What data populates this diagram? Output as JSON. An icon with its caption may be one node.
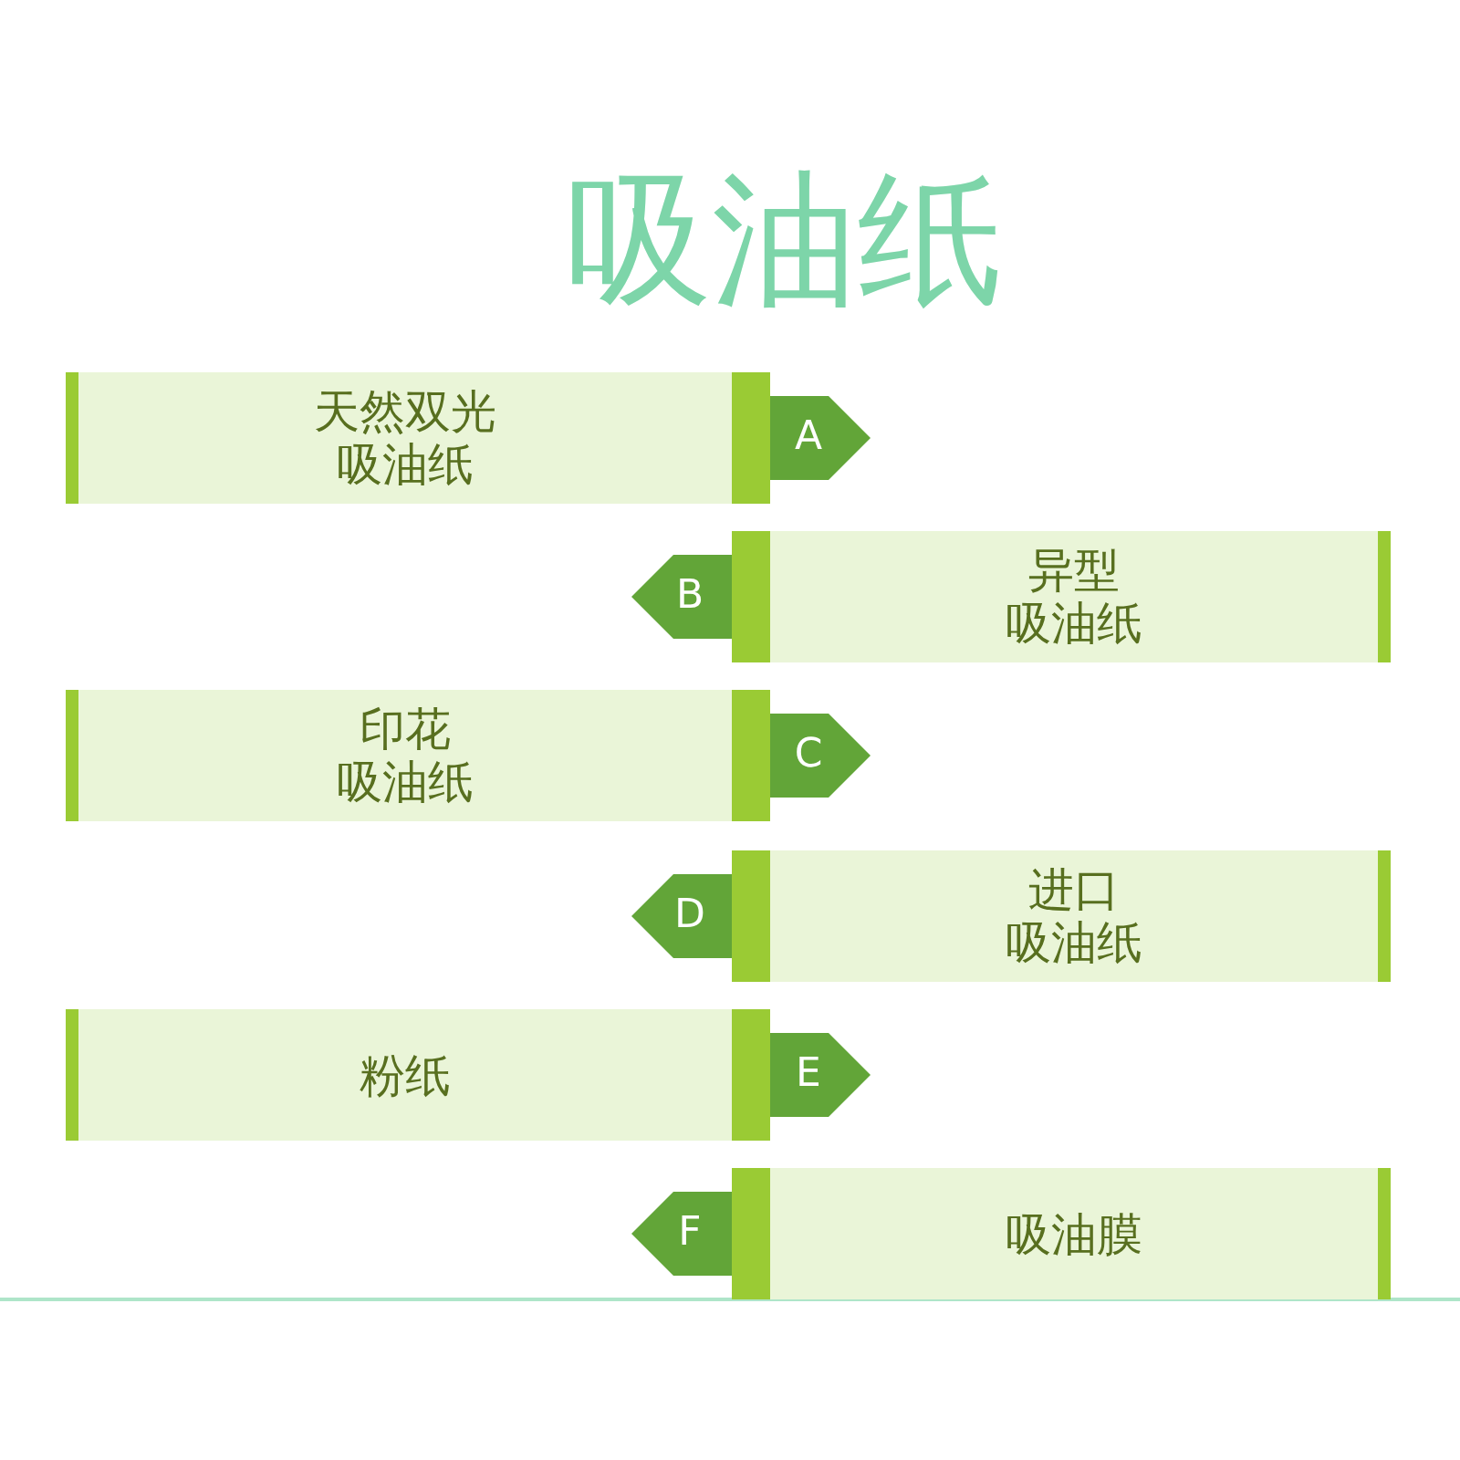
{
  "diagram": {
    "title": "吸油纸",
    "nodes": [
      {
        "text": [
          "天然双光吸油纸"
        ]
      },
      {
        "text": [
          "A"
        ]
      },
      {
        "text": [
          "B"
        ]
      },
      {
        "text": [
          "异型吸油纸"
        ]
      },
      {
        "text": [
          "印花吸油纸"
        ]
      },
      {
        "text": [
          "C"
        ]
      },
      {
        "text": [
          "D"
        ]
      },
      {
        "text": [
          "进口吸油纸"
        ]
      },
      {
        "text": [
          "粉纸"
        ]
      },
      {
        "text": [
          "E"
        ]
      },
      {
        "text": [
          "F"
        ]
      },
      {
        "text": [
          "吸油膜"
        ]
      }
    ]
  }
}
